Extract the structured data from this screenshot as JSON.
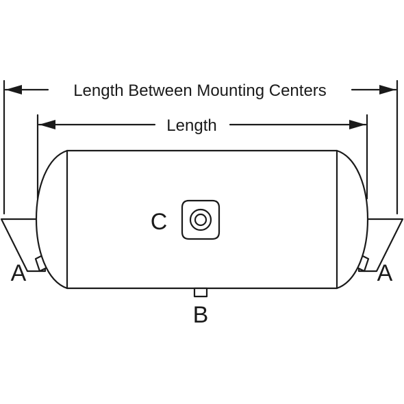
{
  "dimensions": {
    "mounting_centers_label": "Length Between Mounting Centers",
    "length_label": "Length"
  },
  "ports": {
    "mount_left": "A",
    "mount_right": "A",
    "drain": "B",
    "side_port": "C"
  }
}
